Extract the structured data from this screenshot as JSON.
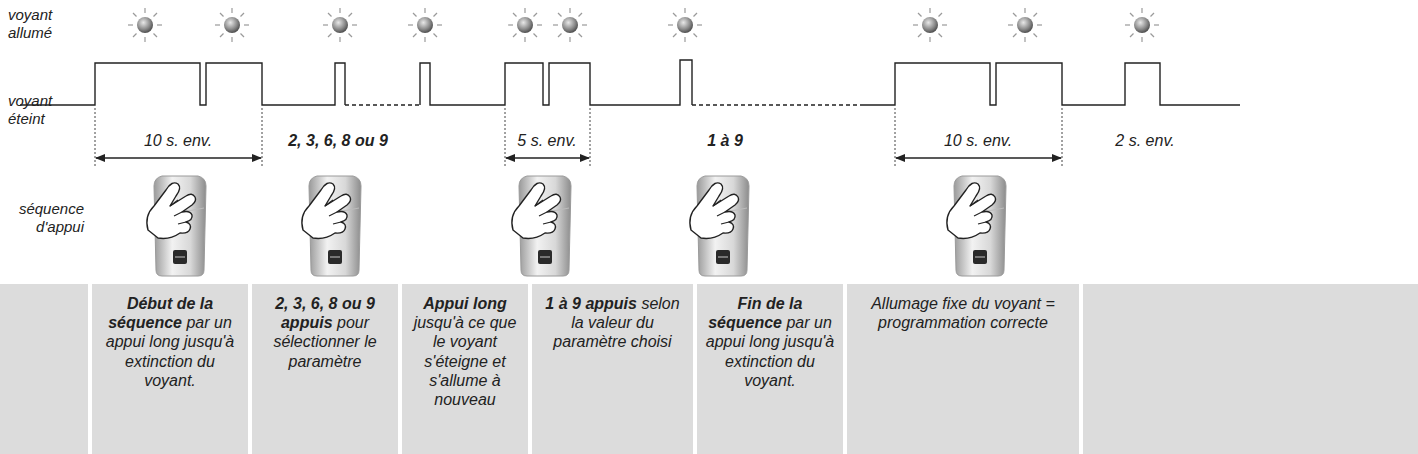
{
  "diagram": {
    "nodes": [
      {
        "text": [
          "Début de la séquence",
          "par un appui long jusqu'à extinction du voyant."
        ]
      },
      {
        "text": [
          "2, 3, 6, 8 ou 9 appuis",
          "pour sélectionner le paramètre"
        ]
      },
      {
        "text": [
          "Appui long",
          "jusqu'à ce que le voyant s'éteigne et s'allume à nouveau"
        ]
      },
      {
        "text": [
          "1 à 9 appuis",
          "selon la valeur du paramètre choisi"
        ]
      },
      {
        "text": [
          "Fin de la séquence",
          "par un appui long jusqu'à extinction du voyant."
        ]
      },
      {
        "text": [
          "Allumage fixe du voyant = programmation correcte"
        ]
      }
    ],
    "labels": [
      "voyant allumé",
      "voyant éteint",
      "séquence d'appui",
      "10 s. env.",
      "2, 3, 6, 8 ou 9",
      "5 s. env.",
      "1 à 9",
      "10 s. env.",
      "2 s. env."
    ]
  }
}
